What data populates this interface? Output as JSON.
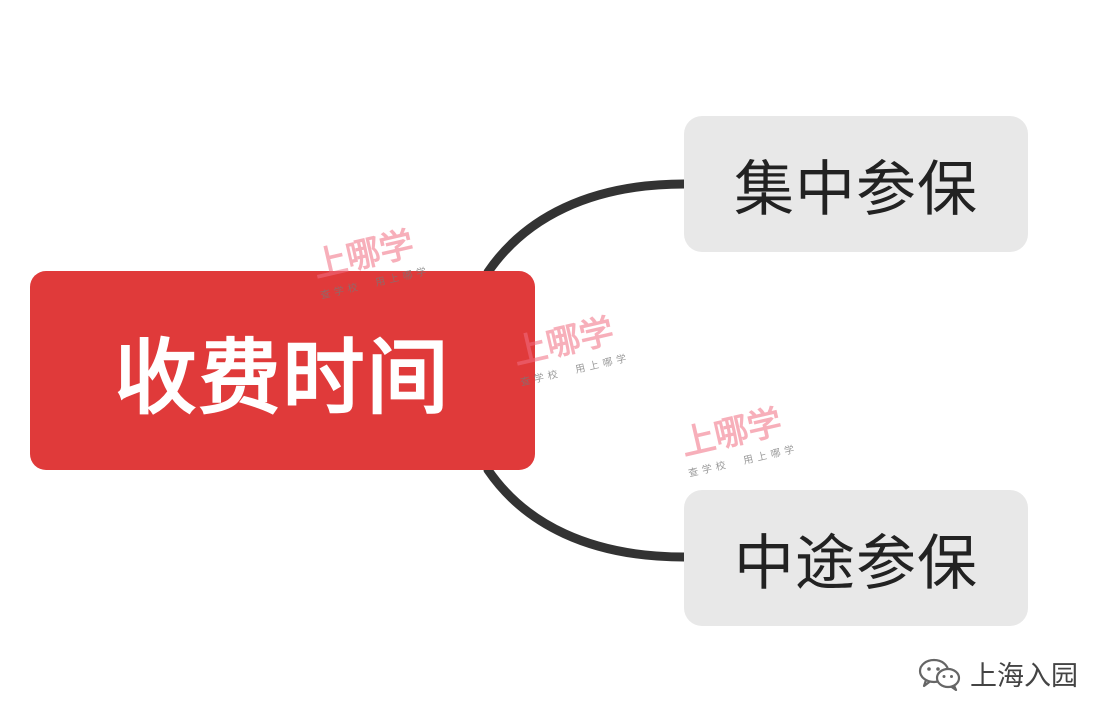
{
  "mindmap": {
    "root": {
      "label": "收费时间",
      "color": "#e03a3a"
    },
    "children": [
      {
        "label": "集中参保"
      },
      {
        "label": "中途参保"
      }
    ],
    "child_color": "#e8e8e8",
    "connector_color": "#333333"
  },
  "watermark": {
    "main": "上哪学",
    "sub": "查学校  用上哪学"
  },
  "signature": {
    "icon": "wechat-icon",
    "text": "上海入园"
  }
}
